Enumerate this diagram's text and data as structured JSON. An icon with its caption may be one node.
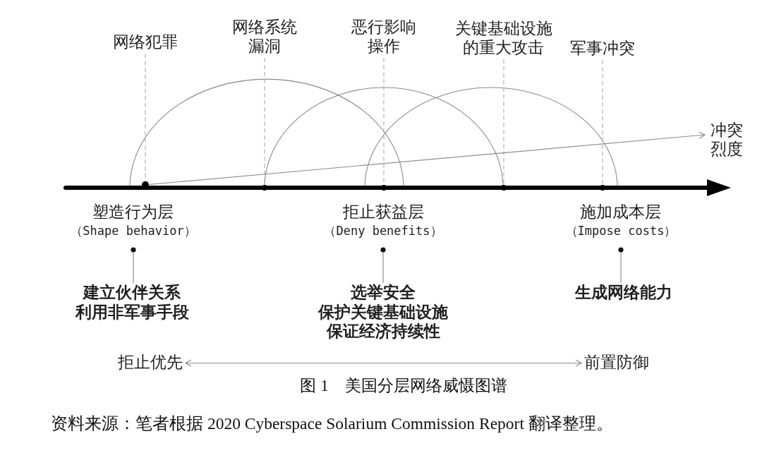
{
  "diagram": {
    "caption": "图 1　美国分层网络威慑图谱",
    "nodes": [
      {
        "text": [
          "网络犯罪"
        ]
      },
      {
        "text": [
          "网络系统漏洞"
        ]
      },
      {
        "text": [
          "恶行影响操作"
        ]
      },
      {
        "text": [
          "关键基础设施的重大攻击"
        ]
      },
      {
        "text": [
          "军事冲突"
        ]
      },
      {
        "text": [
          "冲突烈度"
        ]
      },
      {
        "text": [],
        "shape": "circle"
      },
      {
        "text": [],
        "shape": "circle"
      },
      {
        "text": [],
        "shape": "circle"
      },
      {
        "text": [],
        "shape": "circle"
      },
      {
        "text": [],
        "shape": "circle"
      },
      {
        "text": [
          "塑造行为层",
          "（Shape behavior）"
        ]
      },
      {
        "text": [
          "拒止获益层",
          "（Deny benefits）"
        ]
      },
      {
        "text": [
          "施加成本层",
          "（Impose costs）"
        ]
      },
      {
        "text": [
          "建立伙伴关系",
          "利用非军事手段"
        ]
      },
      {
        "text": [
          "选举安全",
          "保护关键基础设施",
          "保证经济持续性"
        ]
      },
      {
        "text": [
          "生成网络能力"
        ]
      },
      {
        "text": [
          "拒止优先"
        ]
      },
      {
        "text": [
          "前置防御"
        ]
      }
    ],
    "edges": [
      {
        "from": 0,
        "to": 6,
        "arrow": "none",
        "style": "dashed"
      },
      {
        "from": 1,
        "to": 7,
        "arrow": "none",
        "style": "dashed"
      },
      {
        "from": 2,
        "to": 8,
        "arrow": "none",
        "style": "dashed"
      },
      {
        "from": 3,
        "to": 9,
        "arrow": "none",
        "style": "dashed"
      },
      {
        "from": 4,
        "to": 10,
        "arrow": "none",
        "style": "dashed"
      },
      {
        "from": 6,
        "to": 5,
        "arrow": "to"
      },
      {
        "from": 11,
        "to": 14,
        "arrow": "other"
      },
      {
        "from": 12,
        "to": 15,
        "arrow": "other"
      },
      {
        "from": 13,
        "to": 16,
        "arrow": "other"
      },
      {
        "from": 17,
        "to": 18,
        "arrow": "both"
      }
    ],
    "labels": [
      "资料来源：笔者根据 2020 Cyberspace Solarium Commission Report 翻译整理。"
    ]
  }
}
